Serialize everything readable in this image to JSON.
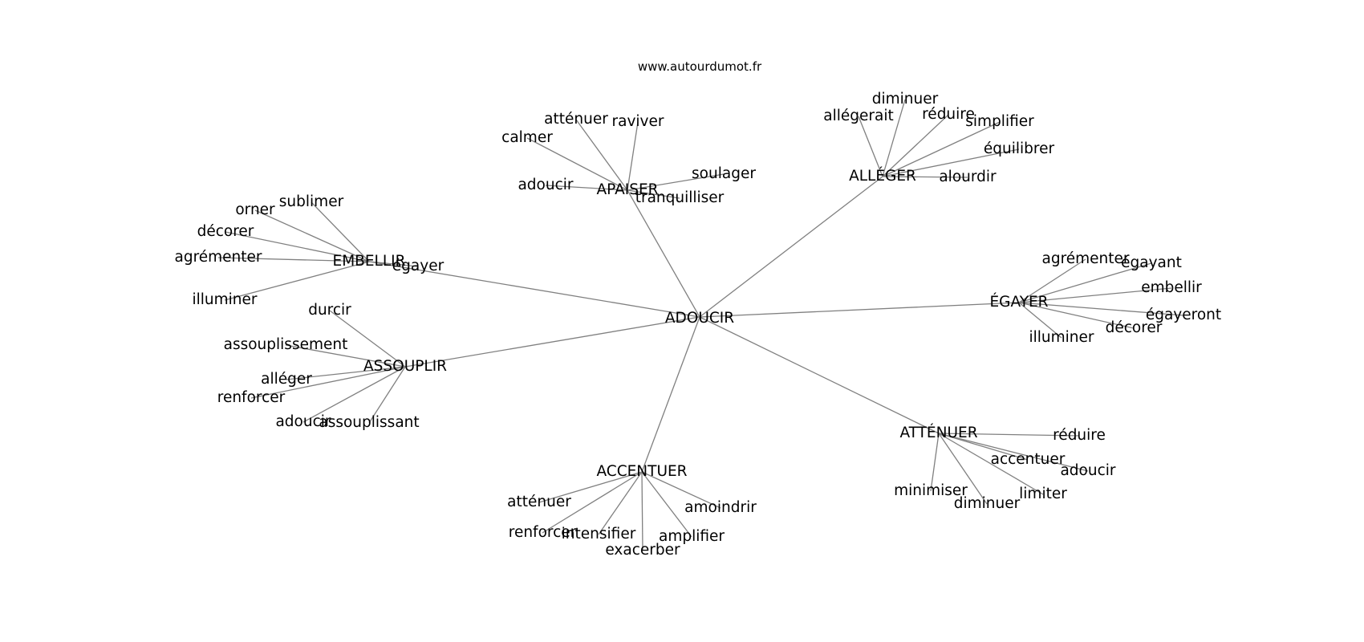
{
  "site": "www.autourdumot.fr",
  "center": "ADOUCIR",
  "hubs": [
    {
      "word": "APAISER",
      "words": [
        "atténuer",
        "raviver",
        "calmer",
        "soulager",
        "adoucir",
        "tranquilliser"
      ]
    },
    {
      "word": "ALLÉGER",
      "words": [
        "diminuer",
        "allégerait",
        "réduire",
        "simplifier",
        "équilibrer",
        "alourdir"
      ]
    },
    {
      "word": "EMBELLIR",
      "words": [
        "sublimer",
        "orner",
        "décorer",
        "agrémenter",
        "égayer",
        "illuminer"
      ]
    },
    {
      "word": "ÉGAYER",
      "words": [
        "agrémenter",
        "égayant",
        "embellir",
        "égayeront",
        "décorer",
        "illuminer"
      ]
    },
    {
      "word": "ASSOUPLIR",
      "words": [
        "durcir",
        "assouplissement",
        "alléger",
        "renforcer",
        "adoucir",
        "assouplissant"
      ]
    },
    {
      "word": "ATTÉNUER",
      "words": [
        "réduire",
        "accentuer",
        "adoucir",
        "minimiser",
        "limiter",
        "diminuer"
      ]
    },
    {
      "word": "ACCENTUER",
      "words": [
        "atténuer",
        "amoindrir",
        "renforcer",
        "intensifier",
        "amplifier",
        "exacerber"
      ]
    }
  ]
}
